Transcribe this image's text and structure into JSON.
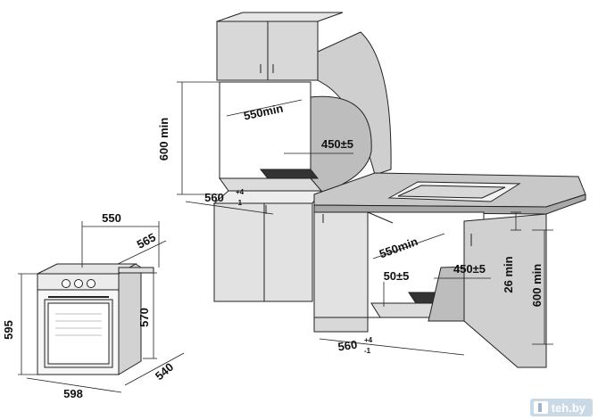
{
  "labels": {
    "oven_width": "598",
    "oven_height": "595",
    "oven_depth_total": "550",
    "oven_depth_body": "565",
    "oven_inner_height": "570",
    "oven_side_depth": "540",
    "niche_top_width": "550min",
    "niche_top_height": "600 min",
    "niche_top_depth": "560",
    "niche_top_depth_sup": "+4",
    "niche_top_depth_sub": "-1",
    "niche_top_vent": "450±5",
    "niche_right_width": "550min",
    "niche_right_height": "600 min",
    "niche_right_vent_depth": "450±5",
    "niche_right_vent_height": "50±5",
    "niche_right_gap": "26 min",
    "niche_right_depth": "560",
    "niche_right_depth_sup": "+4",
    "niche_right_depth_sub": "-1"
  },
  "watermark": {
    "text": "teh.by",
    "icon": "tv-icon"
  },
  "colors": {
    "wall": "#d9d9d9",
    "wall_dark": "#b8b8b8",
    "line": "#222222",
    "accent_bg": "#c9d9e6"
  }
}
